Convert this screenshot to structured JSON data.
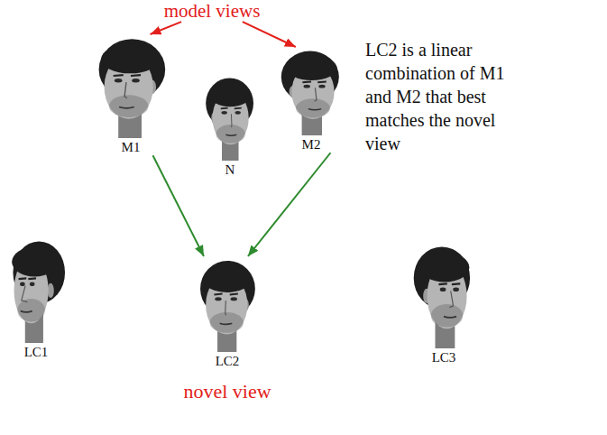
{
  "diagram": {
    "nodes": [
      {
        "text": [
          "model views"
        ]
      },
      {
        "text": [
          "M1"
        ]
      },
      {
        "text": [
          "N"
        ]
      },
      {
        "text": [
          "M2"
        ]
      },
      {
        "text": [
          "LC1"
        ]
      },
      {
        "text": [
          "LC2",
          "novel view"
        ]
      },
      {
        "text": [
          "LC3"
        ]
      }
    ],
    "edges": [
      {
        "from": 0,
        "to": 1,
        "arrow": "to"
      },
      {
        "from": 0,
        "to": 3,
        "arrow": "to"
      },
      {
        "from": 1,
        "to": 5,
        "arrow": "to"
      },
      {
        "from": 3,
        "to": 5,
        "arrow": "to"
      }
    ],
    "labels": [
      "LC2 is a linear combination of M1 and M2 that best matches the novel view"
    ]
  }
}
